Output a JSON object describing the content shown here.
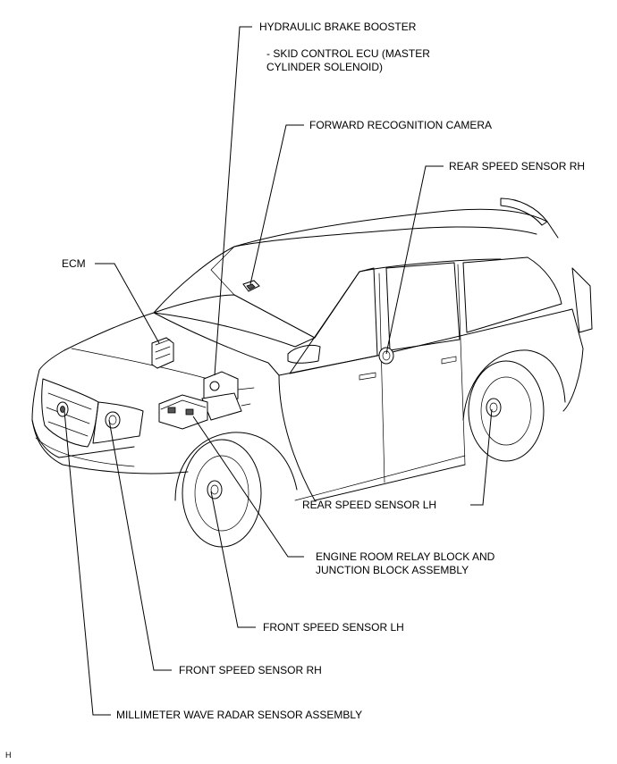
{
  "labels": {
    "hydraulic_brake_booster": "HYDRAULIC BRAKE BOOSTER",
    "skid_control_line1": "- SKID CONTROL ECU (MASTER",
    "skid_control_line2": "CYLINDER SOLENOID)",
    "forward_camera": "FORWARD RECOGNITION CAMERA",
    "rear_speed_sensor_rh": "REAR SPEED SENSOR RH",
    "ecm": "ECM",
    "rear_speed_sensor_lh": "REAR SPEED SENSOR LH",
    "relay_block_line1": "ENGINE ROOM RELAY BLOCK AND",
    "relay_block_line2": "JUNCTION BLOCK ASSEMBLY",
    "front_speed_sensor_lh": "FRONT SPEED SENSOR LH",
    "front_speed_sensor_rh": "FRONT SPEED SENSOR RH",
    "radar_sensor": "MILLIMETER WAVE RADAR SENSOR ASSEMBLY",
    "corner_mark": "H"
  }
}
